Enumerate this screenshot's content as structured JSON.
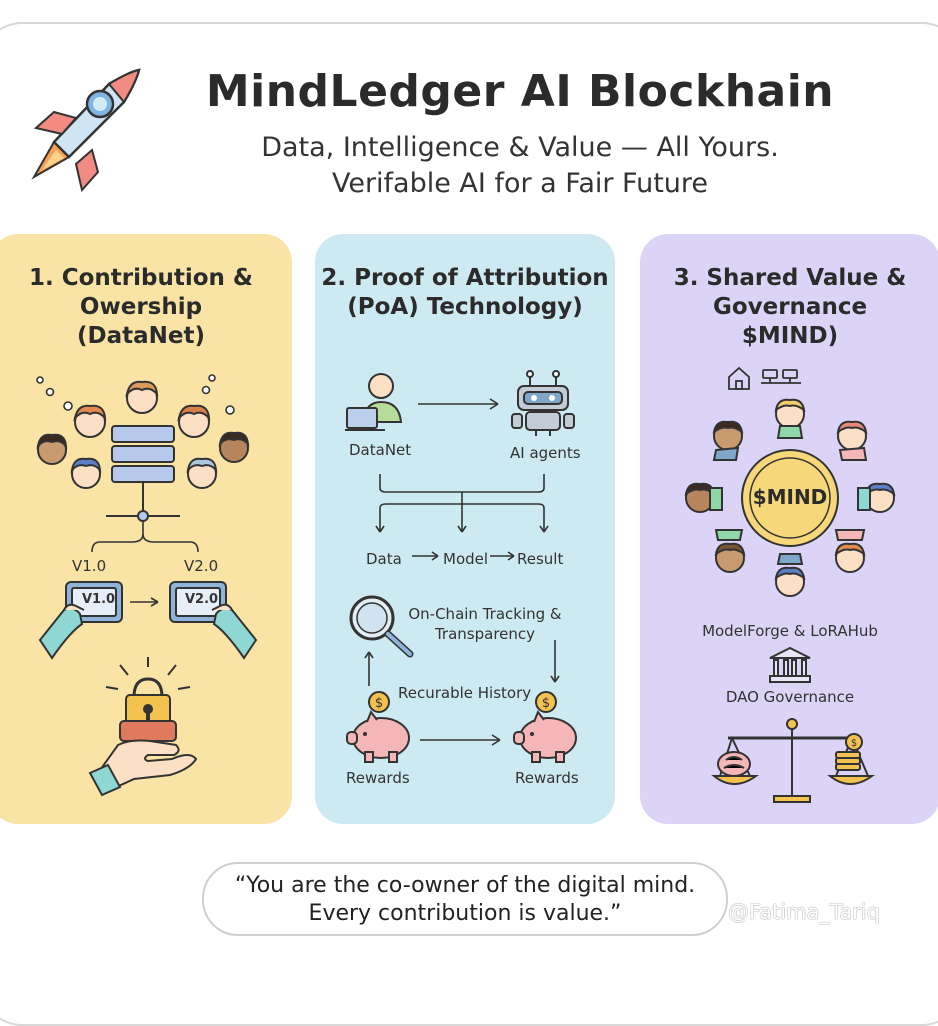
{
  "header": {
    "title": "MindLedger AI Blockhain",
    "subtitle_line1": "Data, Intelligence & Value — All Yours.",
    "subtitle_line2": "Verifable AI for a Fair Future"
  },
  "panels": [
    {
      "title_line1": "1. Contribution &",
      "title_line2": "Owership",
      "title_line3": "(DataNet)",
      "labels": {
        "v1_above": "V1.0",
        "v2_above": "V2.0",
        "v1_screen": "V1.0",
        "v2_screen": "V2.0"
      }
    },
    {
      "title_line1": "2. Proof of Attribution",
      "title_line2": "(PoA) Technology)",
      "labels": {
        "datanet": "DataNet",
        "ai_agents": "AI agents",
        "data": "Data",
        "model": "Model",
        "result": "Result",
        "tracking_line1": "On-Chain Tracking &",
        "tracking_line2": "Transparency",
        "history": "Recurable History",
        "rewards_left": "Rewards",
        "rewards_right": "Rewards"
      }
    },
    {
      "title_line1": "3. Shared Value &",
      "title_line2": "Governance",
      "title_line3": "$MIND)",
      "labels": {
        "coin": "$MIND",
        "modelforge": "ModelForge & LoRAHub",
        "dao": "DAO Governance"
      }
    }
  ],
  "quote": {
    "line1": "“You are the co-owner of the digital mind.",
    "line2": "Every contribution is value.”"
  },
  "watermark": "@Fatima_Tariq",
  "colors": {
    "panel1": "#f9e4a6",
    "panel2": "#cde9f1",
    "panel3": "#dcd4f7",
    "title": "#2b2b2b",
    "coin": "#f6d77a",
    "piggy": "#f4b6b6"
  }
}
